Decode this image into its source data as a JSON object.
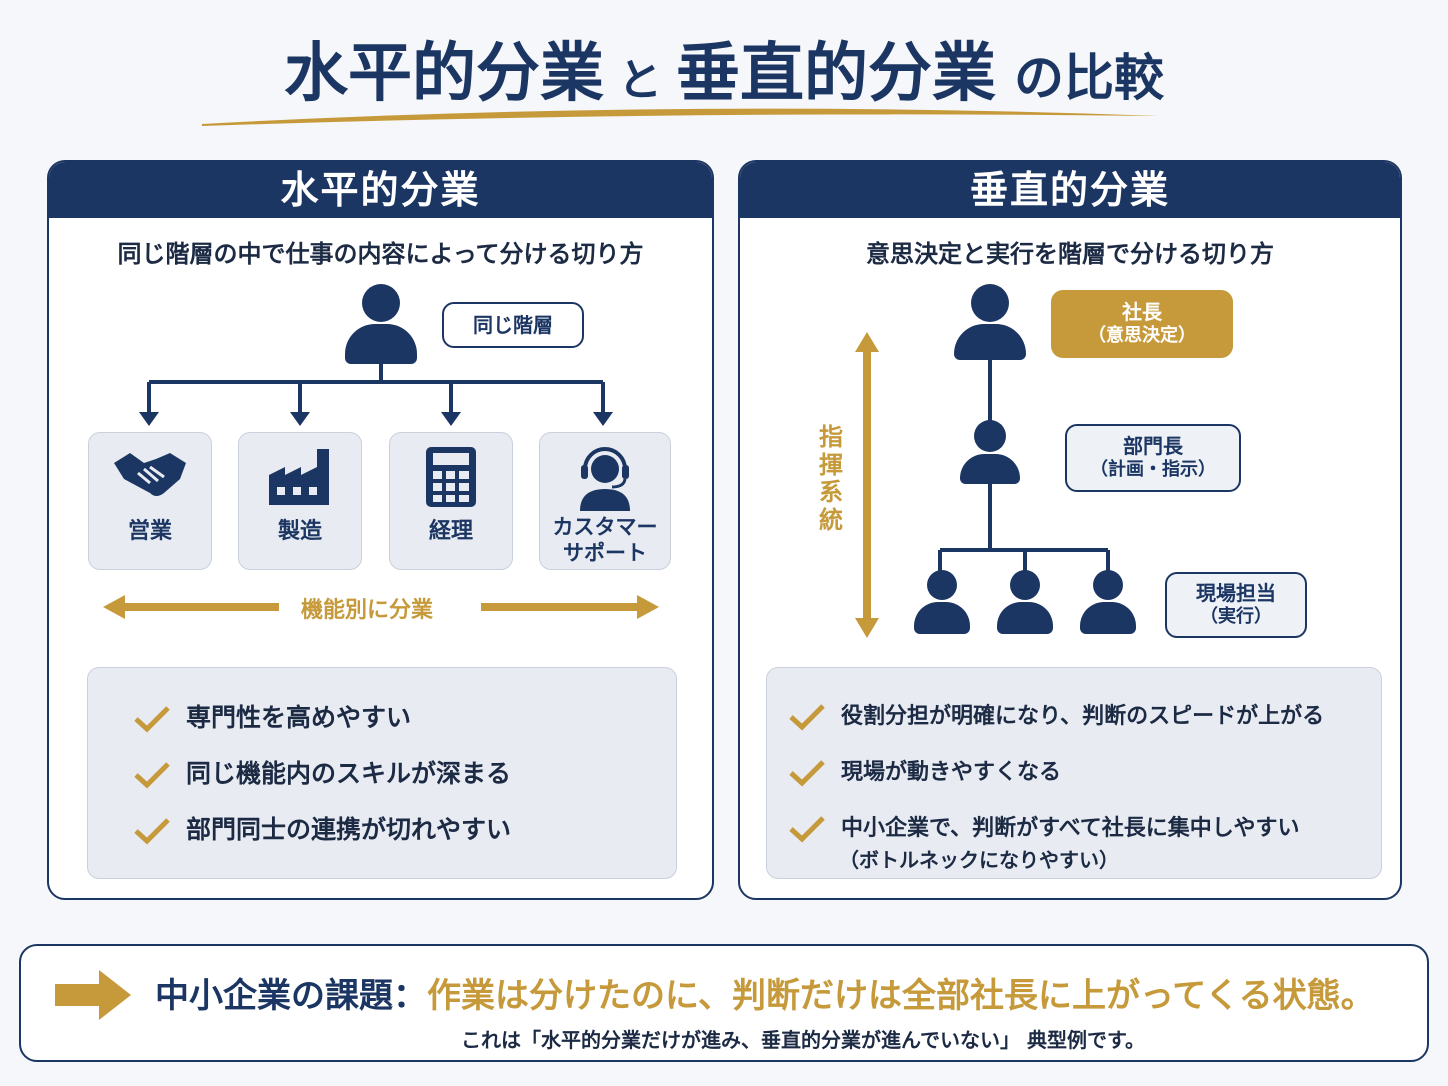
{
  "title": {
    "part1": "水平的分業",
    "connector": "と",
    "part2": "垂直的分業",
    "suffix": "の比較"
  },
  "left_panel": {
    "header": "水平的分業",
    "subtitle": "同じ階層の中で仕事の内容によって分ける切り方",
    "tag": "同じ階層",
    "functions": [
      {
        "label": "営業",
        "icon": "handshake-icon"
      },
      {
        "label": "製造",
        "icon": "factory-icon"
      },
      {
        "label": "経理",
        "icon": "calculator-icon"
      },
      {
        "label": "カスタマー",
        "label2": "サポート",
        "icon": "headset-icon"
      }
    ],
    "arrow_label": "機能別に分業",
    "benefits": [
      "専門性を高めやすい",
      "同じ機能内のスキルが深まる",
      "部門同士の連携が切れやすい"
    ]
  },
  "right_panel": {
    "header": "垂直的分業",
    "subtitle": "意思決定と実行を階層で分ける切り方",
    "axis_label": [
      "指",
      "揮",
      "系",
      "統"
    ],
    "roles": [
      {
        "title": "社長",
        "detail": "（意思決定）"
      },
      {
        "title": "部門長",
        "detail": "（計画・指示）"
      },
      {
        "title": "現場担当",
        "detail": "（実行）"
      }
    ],
    "benefits": [
      "役割分担が明確になり、判断のスピードが上がる",
      "現場が動きやすくなる",
      "中小企業で、判断がすべて社長に集中しやすい"
    ],
    "benefit_note": "（ボトルネックになりやすい）"
  },
  "bottom": {
    "lead": "中小企業の課題：",
    "highlight": "作業は分けたのに、判断だけは全部社長に上がってくる状態。",
    "sub": "これは「水平的分業だけが進み、垂直的分業が進んでいない」 典型例です。"
  },
  "colors": {
    "navy": "#1c3663",
    "gold": "#c69a3a",
    "soft": "#e8ecf2"
  }
}
